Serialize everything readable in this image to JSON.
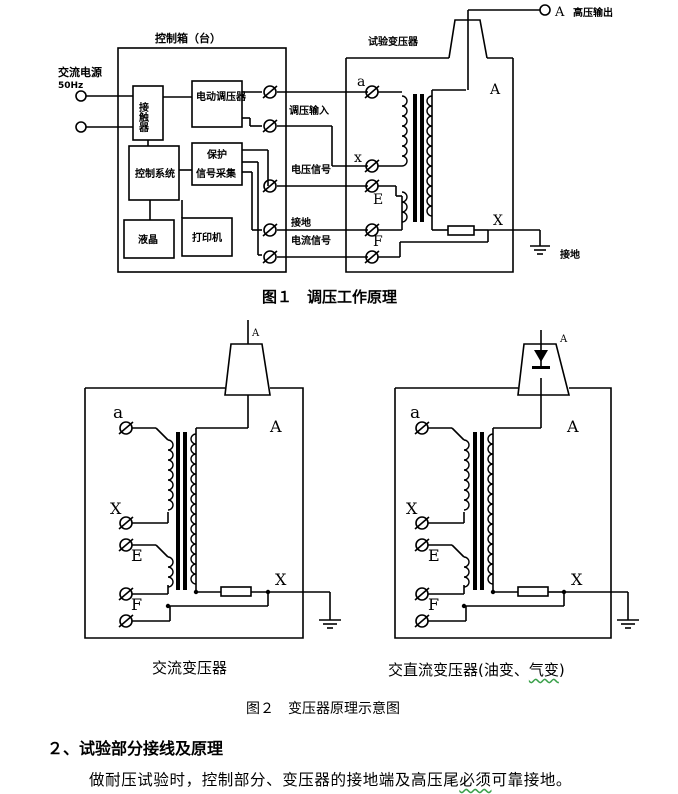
{
  "figure1": {
    "caption": "图１　调压工作原理",
    "control_box_title": "控制箱（台）",
    "ac_source_label": "交流电源",
    "ac_source_freq": "50Hz",
    "contactor_label": "接触器",
    "motor_regulator_label": "电动调压器",
    "control_system_label": "控制系统",
    "protection_label": "保护",
    "signal_acq_label": "信号采集",
    "lcd_label": "液晶",
    "printer_label": "打印机",
    "regulated_input_label": "调压输入",
    "voltage_signal_label": "电压信号",
    "ground_label": "接地",
    "current_signal_label": "电流信号",
    "test_transformer_title": "试验变压器",
    "hv_output_label": "高压输出",
    "ground_right_label": "接地",
    "terminal_a": "a",
    "terminal_A": "A",
    "terminal_x": "x",
    "terminal_X": "X",
    "terminal_E": "E",
    "terminal_F": "F"
  },
  "figure2": {
    "caption": "图２　变压器原理示意图",
    "left_label": "交流变压器",
    "right_label_prefix": "交直流变压器(油变、",
    "right_label_squiggle": "气变",
    "right_label_suffix": ")",
    "terminal_a": "a",
    "terminal_A": "A",
    "terminal_X": "X",
    "terminal_E": "E",
    "terminal_F": "F",
    "bushing_label": "A"
  },
  "section": {
    "heading": "２、试验部分接线及原理",
    "paragraph_prefix": "做耐压试验时，控制部分、变压器的接地端及高压尾",
    "paragraph_squiggle": "必须",
    "paragraph_suffix": "可靠接地。"
  }
}
